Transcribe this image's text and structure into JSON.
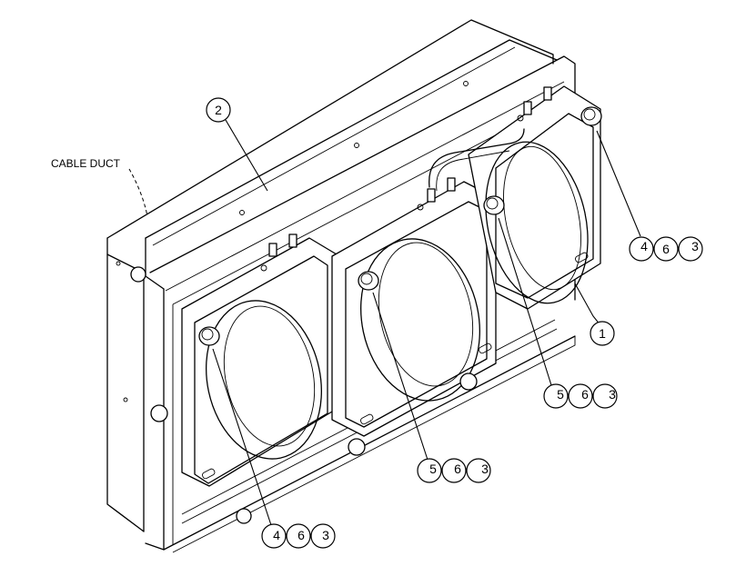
{
  "labels": {
    "cable_duct": "CABLE DUCT"
  },
  "callouts": [
    {
      "id": "c2",
      "numbers": [
        "2"
      ]
    },
    {
      "id": "c1",
      "numbers": [
        "1"
      ]
    },
    {
      "id": "c-right",
      "numbers": [
        "4",
        "6",
        "3"
      ]
    },
    {
      "id": "c-mid-upper",
      "numbers": [
        "5",
        "6",
        "3"
      ]
    },
    {
      "id": "c-mid-lower",
      "numbers": [
        "5",
        "6",
        "3"
      ]
    },
    {
      "id": "c-left",
      "numbers": [
        "4",
        "6",
        "3"
      ]
    }
  ]
}
